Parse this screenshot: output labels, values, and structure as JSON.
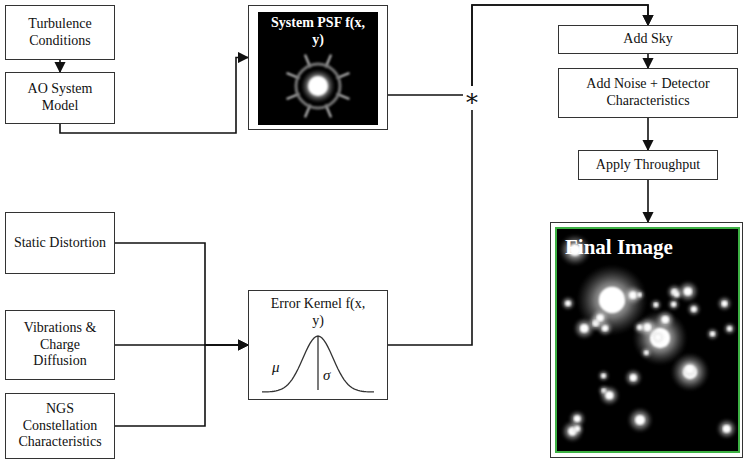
{
  "diagram": {
    "nodes": [
      {
        "text": [
          "Turbulence Conditions"
        ]
      },
      {
        "text": [
          "AO System Model"
        ]
      },
      {
        "text": [
          "System PSF f(x, y)"
        ]
      },
      {
        "text": [
          "Add Sky"
        ]
      },
      {
        "text": [
          "Add Noise + Detector Characteristics"
        ]
      },
      {
        "text": [
          "Apply Throughput"
        ]
      },
      {
        "text": [
          "Static Distortion"
        ]
      },
      {
        "text": [
          "Vibrations & Charge Diffusion"
        ]
      },
      {
        "text": [
          "NGS Constellation Characteristics"
        ]
      },
      {
        "text": [
          "Error Kernel f(x, y)"
        ]
      },
      {
        "text": [
          "Final Image"
        ]
      }
    ],
    "edges": [
      {
        "from": 0,
        "to": 1,
        "arrow": "to"
      },
      {
        "from": 1,
        "to": 2,
        "arrow": "to"
      },
      {
        "from": 2,
        "to": 3,
        "arrow": "to"
      },
      {
        "from": 9,
        "to": 3,
        "arrow": "to"
      },
      {
        "from": 3,
        "to": 4,
        "arrow": "to"
      },
      {
        "from": 4,
        "to": 5,
        "arrow": "to"
      },
      {
        "from": 5,
        "to": 10,
        "arrow": "to"
      },
      {
        "from": 6,
        "to": 9,
        "arrow": "to"
      },
      {
        "from": 7,
        "to": 9,
        "arrow": "to"
      },
      {
        "from": 8,
        "to": 9,
        "arrow": "to"
      }
    ],
    "labels": [
      "μ",
      "σ",
      "∗"
    ]
  }
}
